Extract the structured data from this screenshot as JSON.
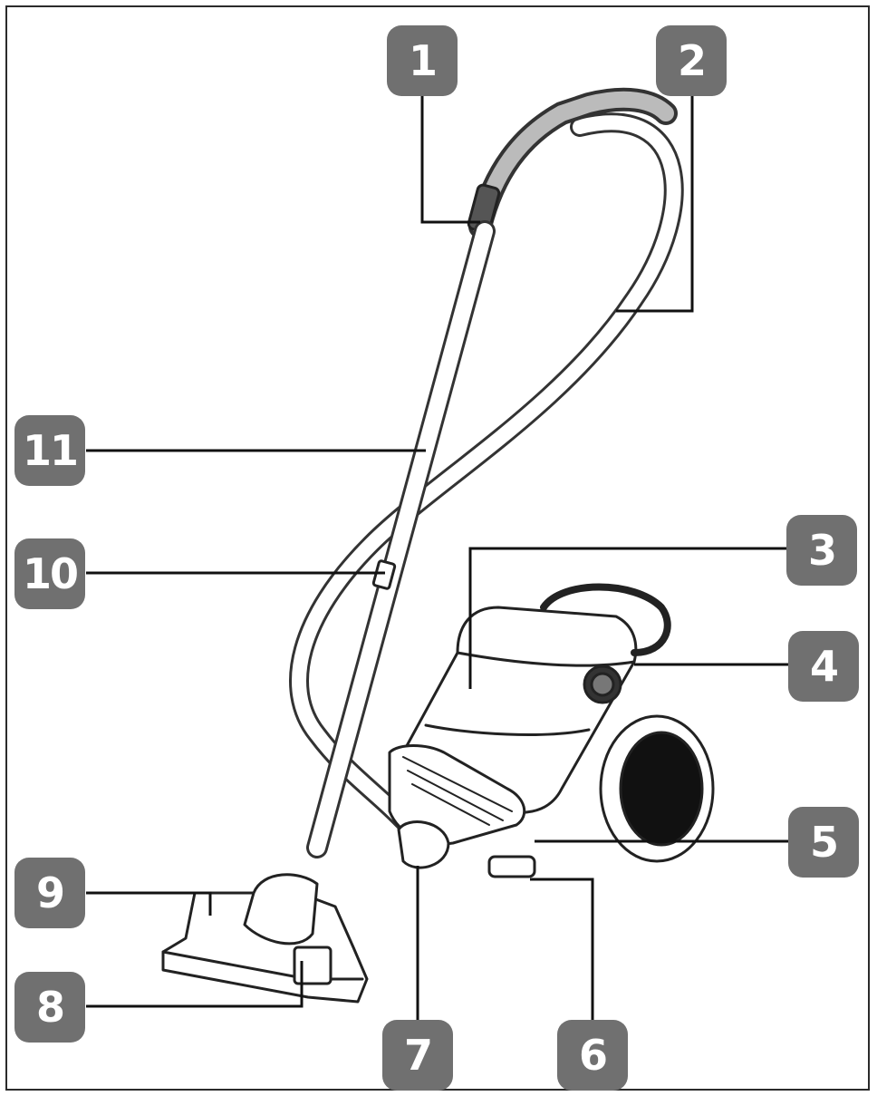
{
  "colors": {
    "badge_fill": "#707070",
    "line": "#111111",
    "outline": "#222222"
  },
  "callouts": [
    {
      "id": "1",
      "label": "1"
    },
    {
      "id": "2",
      "label": "2"
    },
    {
      "id": "3",
      "label": "3"
    },
    {
      "id": "4",
      "label": "4"
    },
    {
      "id": "5",
      "label": "5"
    },
    {
      "id": "6",
      "label": "6"
    },
    {
      "id": "7",
      "label": "7"
    },
    {
      "id": "8",
      "label": "8"
    },
    {
      "id": "9",
      "label": "9"
    },
    {
      "id": "10",
      "label": "10"
    },
    {
      "id": "11",
      "label": "11"
    }
  ]
}
